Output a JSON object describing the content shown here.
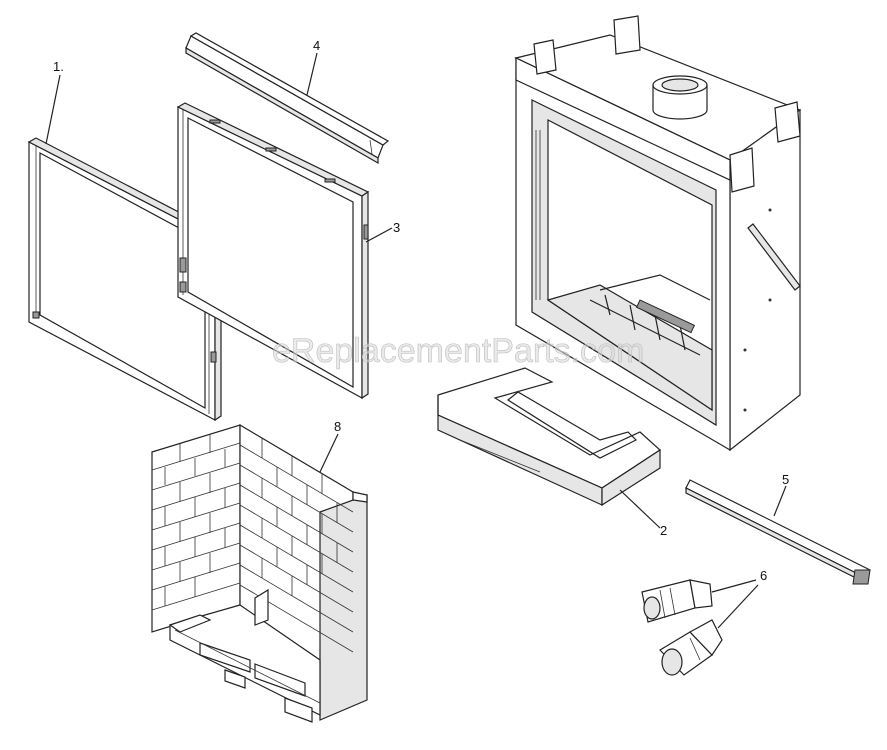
{
  "callouts": {
    "c1": "1.",
    "c2": "2",
    "c3": "3",
    "c4": "4",
    "c5": "5",
    "c6": "6",
    "c8": "8"
  },
  "watermark": "eReplacementParts.com",
  "colors": {
    "line": "#222222",
    "background": "#ffffff",
    "watermark": "#d9d9d9"
  }
}
